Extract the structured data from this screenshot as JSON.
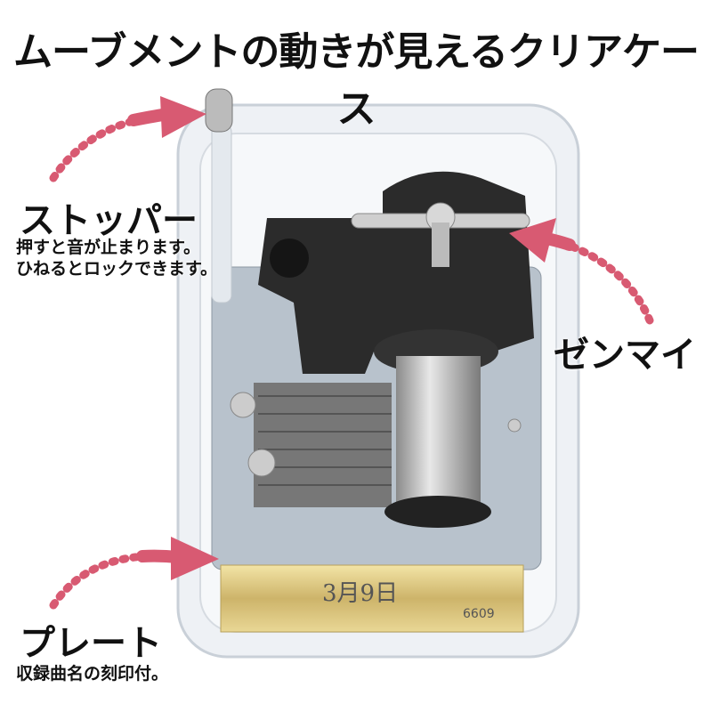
{
  "title": "ムーブメントの動きが見えるクリアケース",
  "callouts": {
    "stopper": {
      "label": "ストッパー",
      "note_lines": [
        "押すと音が止まります。",
        "ひねるとロックできます。"
      ]
    },
    "winder": {
      "label": "ゼンマイ"
    },
    "plate": {
      "label": "プレート",
      "note_lines": [
        "収録曲名の刻印付。"
      ]
    }
  },
  "plate": {
    "engraving": "3月9日",
    "number": "6609"
  },
  "colors": {
    "arrow": "#d85a72",
    "case": "#e9edf2",
    "mechanism": "#2a2a2a",
    "plate": "#d8c27a"
  }
}
